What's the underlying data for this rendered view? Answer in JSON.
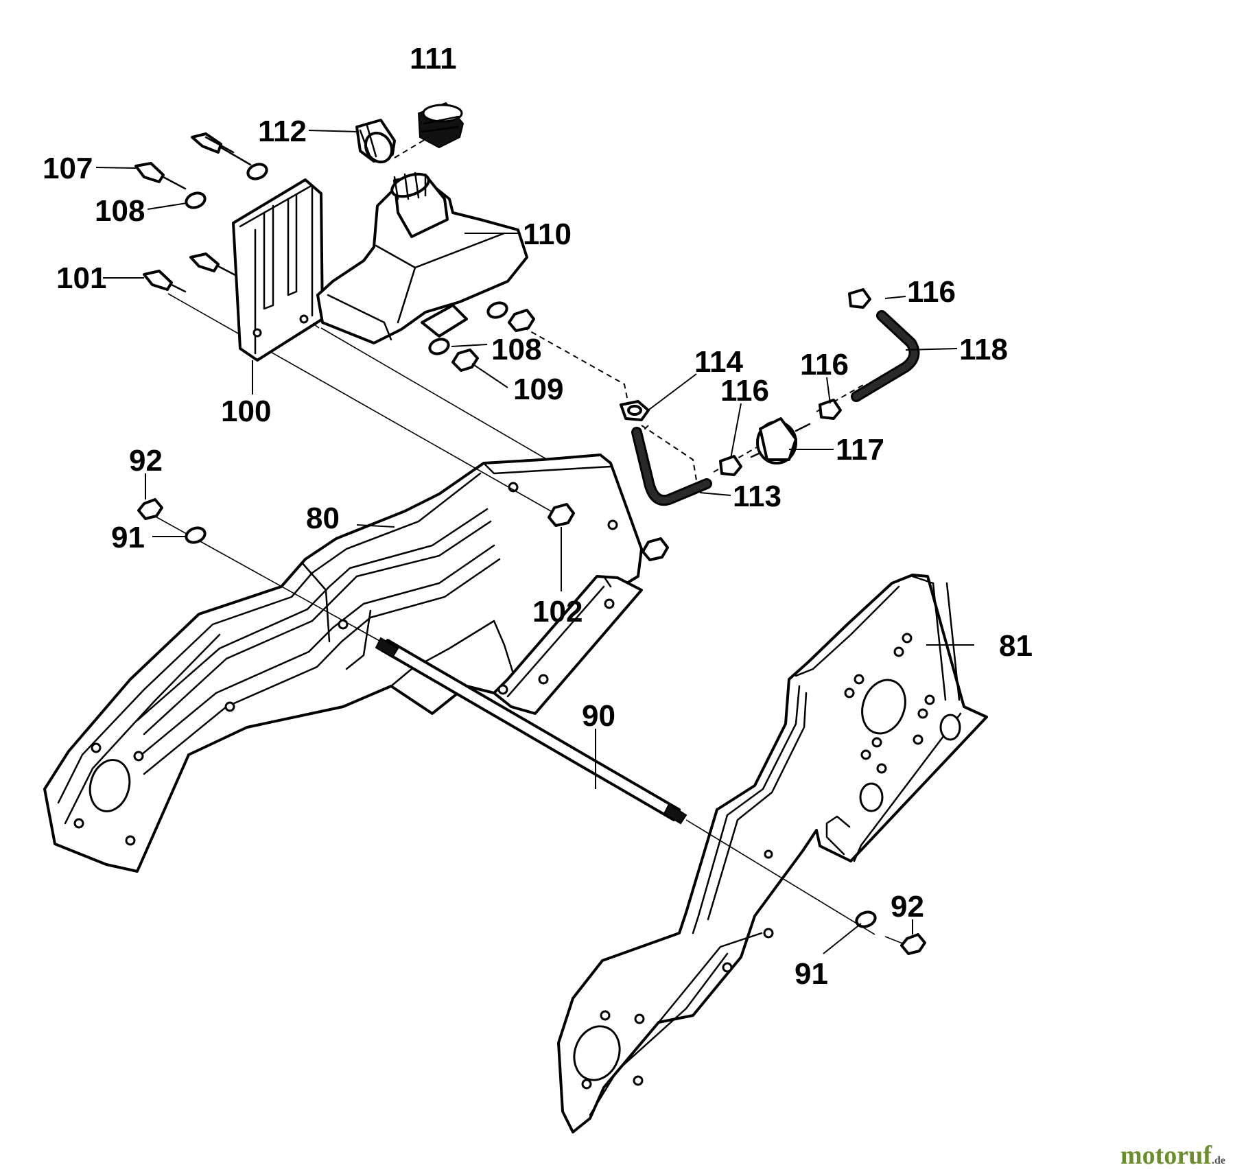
{
  "diagram": {
    "labels": {
      "l111": "111",
      "l112": "112",
      "l107": "107",
      "l108a": "108",
      "l110": "110",
      "l101": "101",
      "l108b": "108",
      "l109": "109",
      "l100": "100",
      "l116a": "116",
      "l118": "118",
      "l114": "114",
      "l116b": "116",
      "l116c": "116",
      "l117": "117",
      "l113": "113",
      "l92a": "92",
      "l80": "80",
      "l91a": "91",
      "l102": "102",
      "l81": "81",
      "l90": "90",
      "l92b": "92",
      "l91b": "91"
    }
  },
  "watermark": {
    "text": "motoruf",
    "suffix": ".de"
  }
}
